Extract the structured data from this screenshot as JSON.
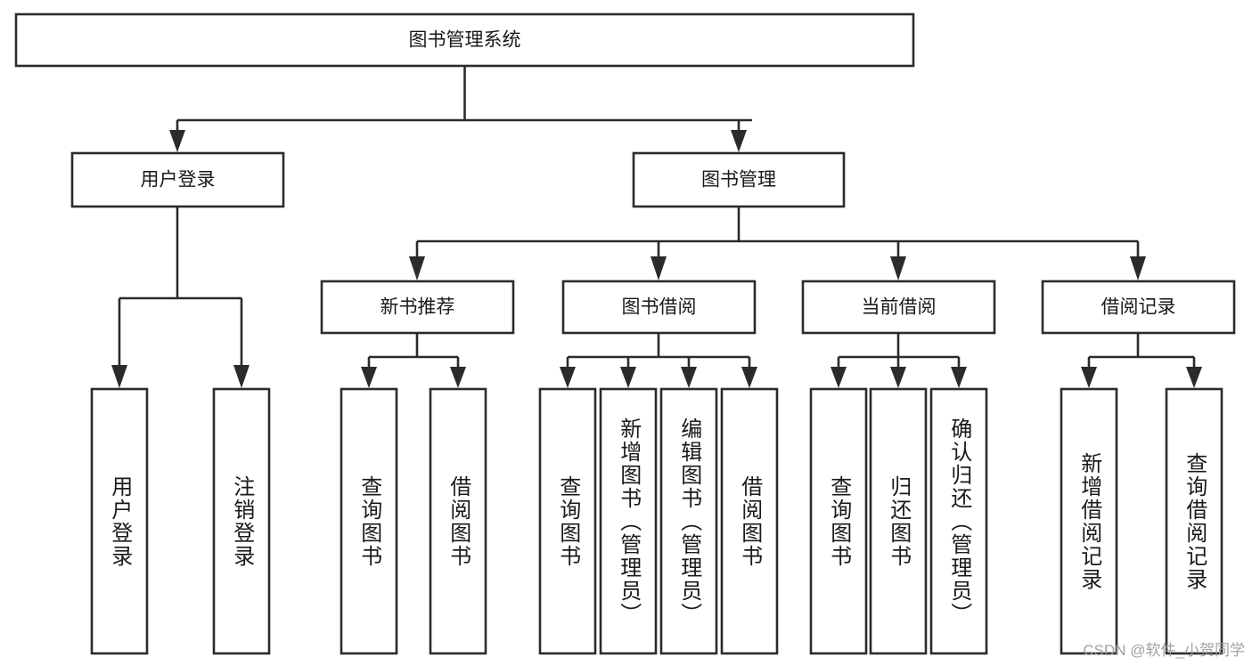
{
  "diagram": {
    "type": "hierarchy-tree",
    "title": "图书管理系统",
    "root": {
      "id": "root",
      "label": "图书管理系统"
    },
    "level2": [
      {
        "id": "user-login",
        "label": "用户登录"
      },
      {
        "id": "book-manage",
        "label": "图书管理"
      }
    ],
    "level3": [
      {
        "id": "new-book-recommend",
        "label": "新书推荐",
        "parent": "book-manage"
      },
      {
        "id": "book-borrow",
        "label": "图书借阅",
        "parent": "book-manage"
      },
      {
        "id": "current-borrow",
        "label": "当前借阅",
        "parent": "book-manage"
      },
      {
        "id": "borrow-record",
        "label": "借阅记录",
        "parent": "book-manage"
      }
    ],
    "leaves": [
      {
        "id": "leaf-user-login",
        "label": "用户登录",
        "parent": "user-login"
      },
      {
        "id": "leaf-user-logout",
        "label": "注销登录",
        "parent": "user-login"
      },
      {
        "id": "leaf-rec-query-book",
        "label": "查询图书",
        "parent": "new-book-recommend"
      },
      {
        "id": "leaf-rec-borrow-book",
        "label": "借阅图书",
        "parent": "new-book-recommend"
      },
      {
        "id": "leaf-borrow-query-book",
        "label": "查询图书",
        "parent": "book-borrow"
      },
      {
        "id": "leaf-borrow-add-book",
        "label": "新增图书（管理员）",
        "parent": "book-borrow"
      },
      {
        "id": "leaf-borrow-edit-book",
        "label": "编辑图书（管理员）",
        "parent": "book-borrow"
      },
      {
        "id": "leaf-borrow-borrow-book",
        "label": "借阅图书",
        "parent": "book-borrow"
      },
      {
        "id": "leaf-current-query-book",
        "label": "查询图书",
        "parent": "current-borrow"
      },
      {
        "id": "leaf-current-return-book",
        "label": "归还图书",
        "parent": "current-borrow"
      },
      {
        "id": "leaf-current-confirm-return",
        "label": "确认归还（管理员）",
        "parent": "current-borrow"
      },
      {
        "id": "leaf-record-add",
        "label": "新增借阅记录",
        "parent": "borrow-record"
      },
      {
        "id": "leaf-record-query",
        "label": "查询借阅记录",
        "parent": "borrow-record"
      }
    ]
  },
  "colors": {
    "stroke": "#2b2b2b",
    "fill": "#ffffff",
    "text": "#1a1a1a",
    "watermark": "#9a9a9a"
  },
  "watermark": {
    "text": "CSDN @软件_小贺同学"
  }
}
